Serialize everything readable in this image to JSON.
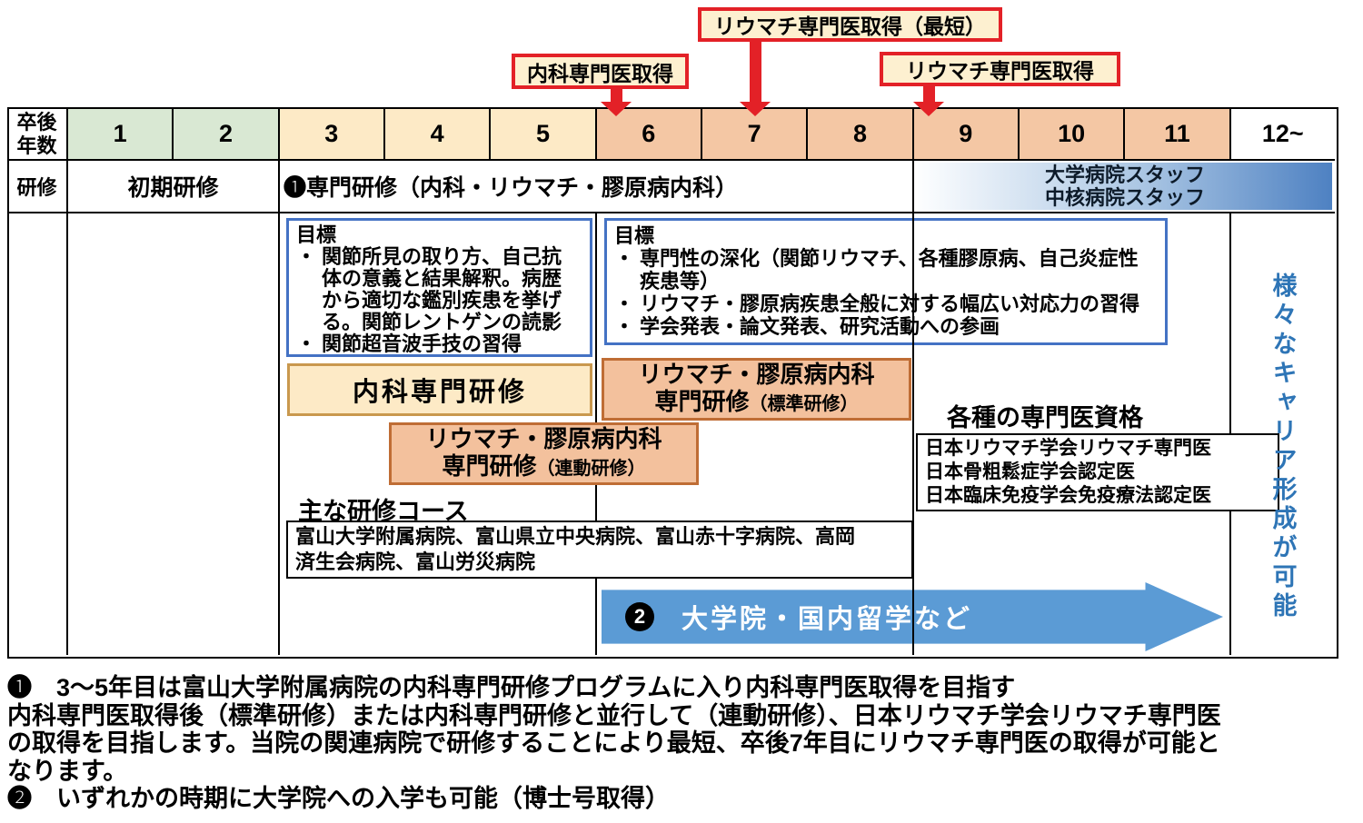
{
  "callouts": {
    "naika": {
      "label": "内科専門医取得"
    },
    "rheuma_fastest": {
      "label": "リウマチ専門医取得（最短）"
    },
    "rheuma": {
      "label": "リウマチ専門医取得"
    }
  },
  "table": {
    "years_label": "卒後\n年数",
    "training_label": "研修",
    "years": [
      {
        "label": "1",
        "band": "green"
      },
      {
        "label": "2",
        "band": "green"
      },
      {
        "label": "3",
        "band": "cream"
      },
      {
        "label": "4",
        "band": "cream"
      },
      {
        "label": "5",
        "band": "cream"
      },
      {
        "label": "6",
        "band": "salmon"
      },
      {
        "label": "7",
        "band": "salmon"
      },
      {
        "label": "8",
        "band": "salmon"
      },
      {
        "label": "9",
        "band": "salmon"
      },
      {
        "label": "10",
        "band": "salmon"
      },
      {
        "label": "11",
        "band": "salmon"
      },
      {
        "label": "12~",
        "band": "white"
      }
    ],
    "initial_training": "初期研修",
    "specialty_training": "❶専門研修（内科・リウマチ・膠原病内科）",
    "staff_lines": [
      "大学病院スタッフ",
      "中核病院スタッフ"
    ]
  },
  "goals_left": {
    "title": "目標",
    "items": [
      "関節所見の取り方、自己抗体の意義と結果解釈。病歴から適切な鑑別疾患を挙げる。関節レントゲンの読影",
      "関節超音波手技の習得"
    ]
  },
  "goals_right": {
    "title": "目標",
    "items": [
      "専門性の深化（関節リウマチ、各種膠原病、自己炎症性疾患等）",
      "リウマチ・膠原病疾患全般に対する幅広い対応力の習得",
      "学会発表・論文発表、研究活動への参画"
    ]
  },
  "boxes": {
    "naika_senmon": "内科専門研修",
    "rheuma_standard": {
      "line1": "リウマチ・膠原病内科",
      "line2": "専門研修",
      "tag": "（標準研修）"
    },
    "rheuma_linked": {
      "line1": "リウマチ・膠原病内科",
      "line2": "専門研修",
      "tag": "（連動研修）"
    }
  },
  "qualifications": {
    "title": "各種の専門医資格",
    "items": [
      "日本リウマチ学会リウマチ専門医",
      "日本骨粗鬆症学会認定医",
      "日本臨床免疫学会免疫療法認定医"
    ]
  },
  "course": {
    "title": "主な研修コース",
    "hospital_lines": [
      "富山大学附属病院、富山県立中央病院、富山赤十字病院、高岡",
      "済生会病院、富山労災病院"
    ]
  },
  "grad_arrow": {
    "badge_number": "2",
    "label": "大学院・国内留学など"
  },
  "career_text": "様々なキャリア形成が可能",
  "notes": {
    "lines": [
      "❶　3～5年目は富山大学附属病院の内科専門研修プログラムに入り内科専門医取得を目指す",
      "内科専門医取得後（標準研修）または内科専門研修と並行して（連動研修）、日本リウマチ学会リウマチ専門医",
      "の取得を目指します。当院の関連病院で研修することにより最短、卒後7年目にリウマチ専門医の取得が可能と",
      "なります。",
      "❷　いずれかの時期に大学院への入学も可能（博士号取得）"
    ]
  },
  "colors": {
    "green_cell": "#d9e8d3",
    "cream_cell": "#fdeac6",
    "salmon_cell": "#f4c7a4",
    "callout_bg": "#fdf0d0",
    "red": "#e32127",
    "goal_border": "#4472c4",
    "naika_box_bg": "#fdeac6",
    "naika_box_border": "#c9984e",
    "salmon_box_bg": "#f3c19d",
    "salmon_box_border": "#bf6d35",
    "arrow_blue": "#5b9bd5",
    "career_blue": "#2e75b6",
    "gradient_start": "#fdfeff",
    "gradient_end": "#4e81c2"
  }
}
